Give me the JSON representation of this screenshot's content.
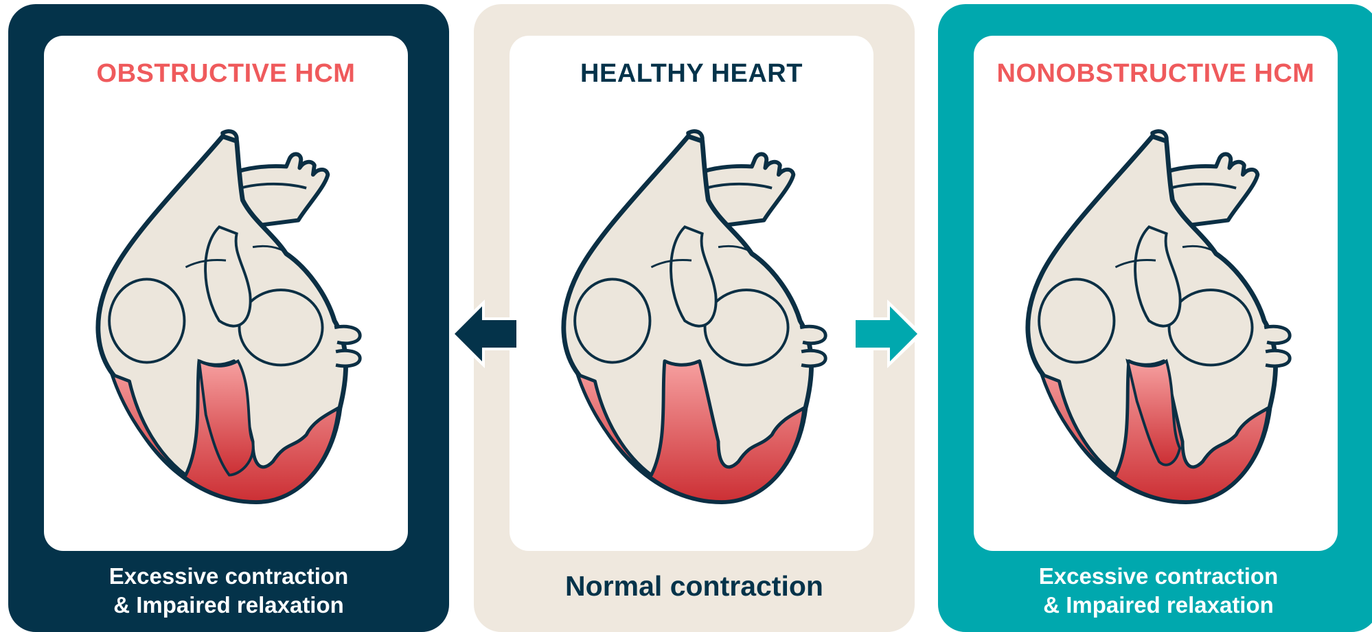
{
  "panels": {
    "obstructive": {
      "title": "OBSTRUCTIVE HCM",
      "caption_line1": "Excessive contraction",
      "caption_line2": "& Impaired relaxation"
    },
    "healthy": {
      "title": "HEALTHY HEART",
      "caption": "Normal contraction"
    },
    "nonobstructive": {
      "title": "NONOBSTRUCTIVE HCM",
      "caption_line1": "Excessive contraction",
      "caption_line2": "& Impaired relaxation"
    }
  },
  "colors": {
    "navy": "#04334a",
    "beige": "#efe8de",
    "teal": "#00a8ae",
    "title_red": "#ef5a5c",
    "muscle_red": "#e04448",
    "heart_cream": "#ece6dc"
  },
  "icons": [
    "heart-illustration",
    "arrow-left-icon",
    "arrow-right-icon"
  ]
}
